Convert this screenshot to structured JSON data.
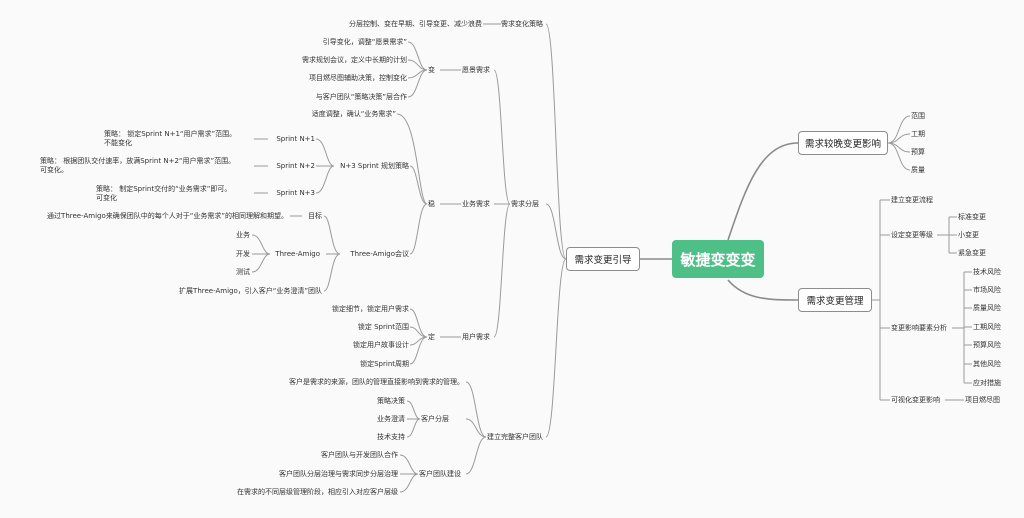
{
  "root": "敏捷变变变",
  "left": {
    "title": "需求变更引导",
    "strategy": {
      "label": "需求变化策略",
      "detail": "分层控制、变在早期、引导变更、减少浪费"
    },
    "layers": {
      "label": "需求分层",
      "vision": {
        "label": "愿景需求",
        "change": "变",
        "items": [
          "引导变化，调整“愿景需求”",
          "需求规划会议，定义中长期的计划",
          "项目燃尽图辅助决策，控制变化",
          "与客户团队“策略决策”层合作"
        ]
      },
      "business": {
        "label": "业务需求",
        "stable": "稳",
        "adjust": "适度调整，确认“业务需求”",
        "sprint_plan": {
          "label": "N+3 Sprint 规划策略",
          "sprints": [
            {
              "label": "Sprint N+1",
              "detail": "策略：  锁定Sprint N+1“用户需求”范围。\n不能变化"
            },
            {
              "label": "Sprint N+2",
              "detail": "策略：  根据团队交付速率，放满Sprint N+2“用户需求”范围。\n可变化。"
            },
            {
              "label": "Sprint N+3",
              "detail": "策略：  制定Sprint交付的“业务需求”即可。\n可变化"
            }
          ]
        },
        "three_amigo": {
          "label": "Three-Amigo会议",
          "goal_label": "目标",
          "goal_detail": "通过Three-Amigo来确保团队中的每个人对于“业务需求”的相同理解和期望。",
          "amigo_label": "Three-Amigo",
          "roles": [
            "业务",
            "开发",
            "测试"
          ],
          "extend": "扩展Three-Amigo，引入客户“业务澄清”团队"
        }
      },
      "user": {
        "label": "用户需求",
        "fixed": "定",
        "items": [
          "锁定细节，锁定用户需求",
          "锁定 Sprint范围",
          "锁定用户故事设计",
          "锁定Sprint周期"
        ]
      }
    },
    "customer": {
      "label": "建立完整客户团队",
      "intro": "客户是需求的来源，团队的管理直接影响到需求的管理。",
      "layering": {
        "label": "客户分层",
        "items": [
          "策略决策",
          "业务澄清",
          "技术支持"
        ]
      },
      "building": {
        "label": "客户团队建设",
        "items": [
          "客户团队与开发团队合作",
          "客户团队分层治理与需求同步分层治理",
          "在需求的不同层级管理阶段，相应引入对应客户层级"
        ]
      }
    }
  },
  "right": {
    "late": {
      "title": "需求较晚变更影响",
      "items": [
        "范围",
        "工期",
        "预算",
        "质量"
      ]
    },
    "manage": {
      "title": "需求变更管理",
      "process": "建立变更流程",
      "levels": {
        "label": "设定变更等级",
        "items": [
          "标准变更",
          "小变更",
          "紧急变更"
        ]
      },
      "analysis": {
        "label": "变更影响要素分析",
        "items": [
          "技术风险",
          "市场风险",
          "质量风险",
          "工期风险",
          "预算风险",
          "其他风险",
          "应对措施"
        ]
      },
      "visual": {
        "label": "可视化变更影响",
        "item": "项目燃尽图"
      }
    }
  }
}
